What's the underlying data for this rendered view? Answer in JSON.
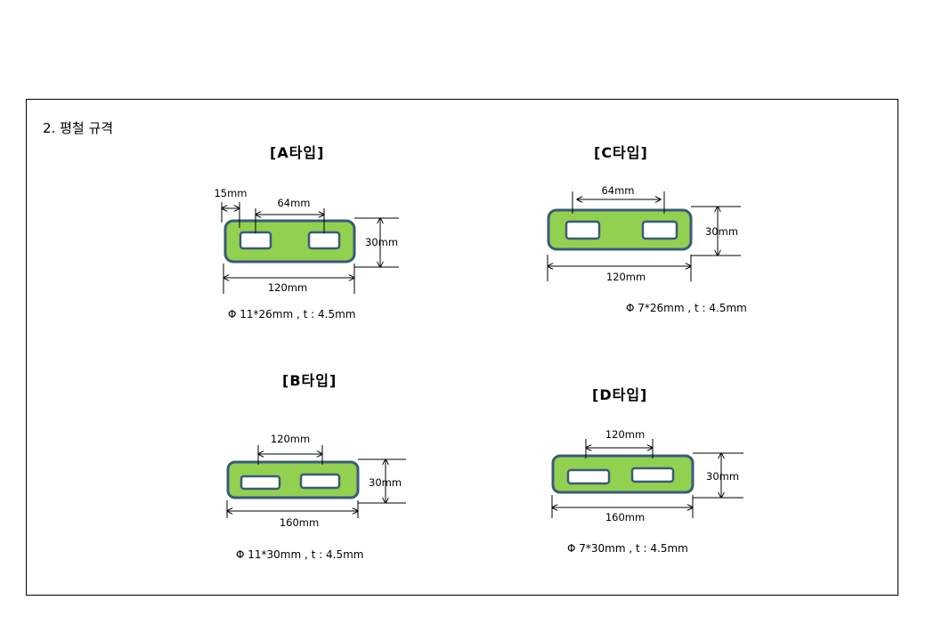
{
  "heading": "2. 평철 규격",
  "plates": [
    {
      "title": "[A타입]",
      "spec": "Φ 11*26mm  , t : 4.5mm",
      "dims": {
        "edge": "15mm",
        "pitch": "64mm",
        "height": "30mm",
        "length": "120mm"
      }
    },
    {
      "title": "[C타입]",
      "spec": "Φ 7*26mm  , t : 4.5mm",
      "dims": {
        "pitch": "64mm",
        "height": "30mm",
        "length": "120mm"
      }
    },
    {
      "title": "[B타입]",
      "spec": "Φ 11*30mm  , t : 4.5mm",
      "dims": {
        "pitch": "120mm",
        "height": "30mm",
        "length": "160mm"
      }
    },
    {
      "title": "[D타입]",
      "spec": "Φ 7*30mm  , t : 4.5mm",
      "dims": {
        "pitch": "120mm",
        "height": "30mm",
        "length": "160mm"
      }
    }
  ],
  "colors": {
    "plate_fill": "#92d050",
    "plate_stroke": "#3a5a7a",
    "hole_fill": "#ffffff"
  }
}
